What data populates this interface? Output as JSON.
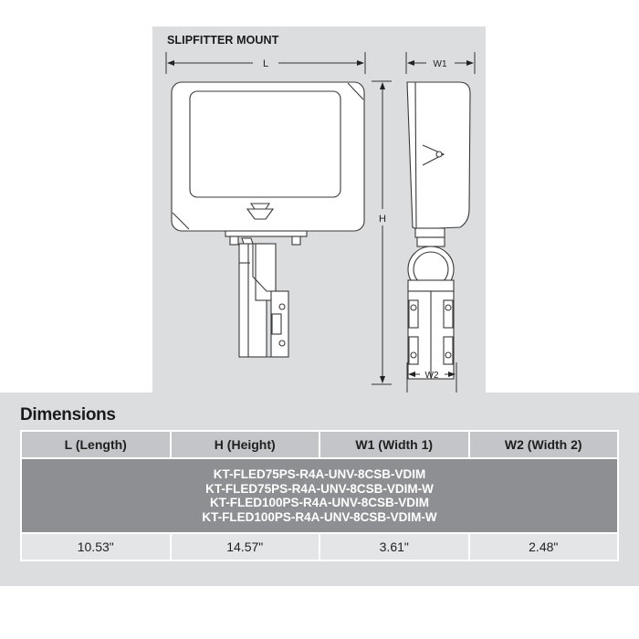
{
  "diagram": {
    "title": "SLIPFITTER MOUNT",
    "labels": {
      "length": "L",
      "height": "H",
      "width1": "W1",
      "width2": "W2"
    }
  },
  "dimensions": {
    "title": "Dimensions",
    "columns": [
      "L (Length)",
      "H (Height)",
      "W1 (Width 1)",
      "W2 (Width 2)"
    ],
    "models": [
      "KT-FLED75PS-R4A-UNV-8CSB-VDIM",
      "KT-FLED75PS-R4A-UNV-8CSB-VDIM-W",
      "KT-FLED100PS-R4A-UNV-8CSB-VDIM",
      "KT-FLED100PS-R4A-UNV-8CSB-VDIM-W"
    ],
    "values": [
      "10.53\"",
      "14.57\"",
      "3.61\"",
      "2.48\""
    ]
  },
  "colors": {
    "panel_bg": "#dcdddf",
    "header_bg": "#c4c5c8",
    "model_bg": "#8e8f92",
    "value_bg": "#e4e5e7",
    "line": "#3a3a3a"
  }
}
